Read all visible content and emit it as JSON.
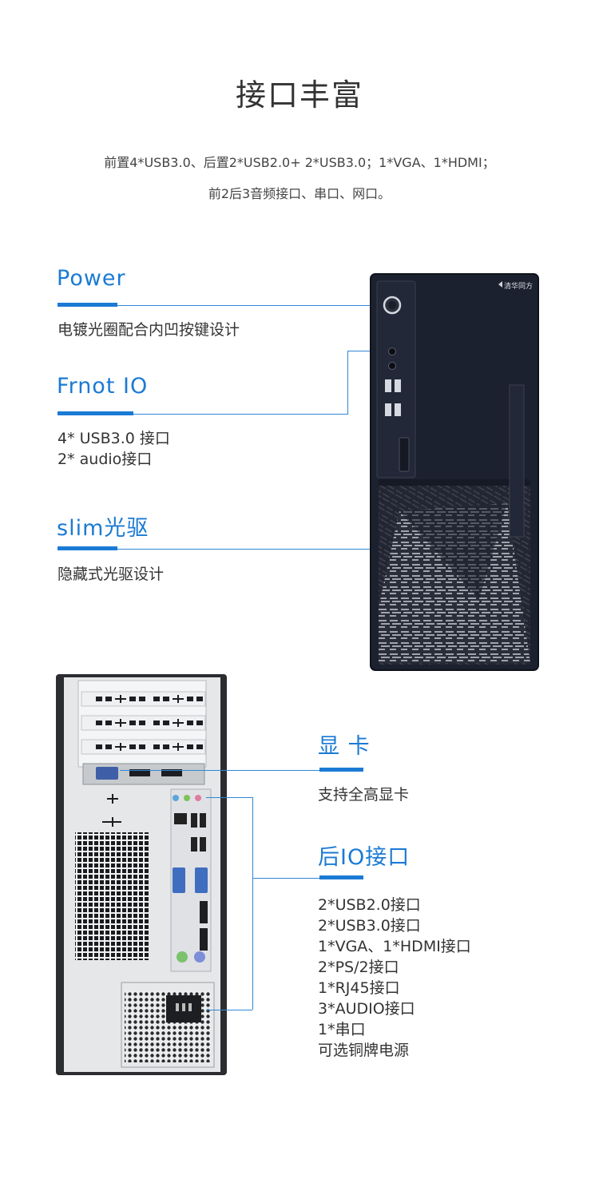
{
  "page": {
    "title": "接口丰富",
    "intro_line1": "前置4*USB3.0、后置2*USB2.0+ 2*USB3.0；1*VGA、1*HDMI；",
    "intro_line2": "前2后3音频接口、串口、网口。"
  },
  "front_features": [
    {
      "title": "Power",
      "desc": "电镀光圈配合内凹按键设计"
    },
    {
      "title": "Frnot IO",
      "desc_lines": [
        "4* USB3.0 接口",
        "2* audio接口"
      ]
    },
    {
      "title": "slim光驱",
      "desc": "隐藏式光驱设计"
    }
  ],
  "rear_features": [
    {
      "title": "显 卡",
      "desc": "支持全高显卡"
    },
    {
      "title": "后IO接口",
      "desc_lines": [
        "2*USB2.0接口",
        "2*USB3.0接口",
        "1*VGA、1*HDMI接口",
        "2*PS/2接口",
        "1*RJ45接口",
        "3*AUDIO接口",
        "1*串口",
        "可选铜牌电源"
      ]
    }
  ],
  "brand": {
    "logo_text": "清华同方"
  },
  "colors": {
    "accent": "#1a7ad4",
    "case": "#1e2230"
  }
}
